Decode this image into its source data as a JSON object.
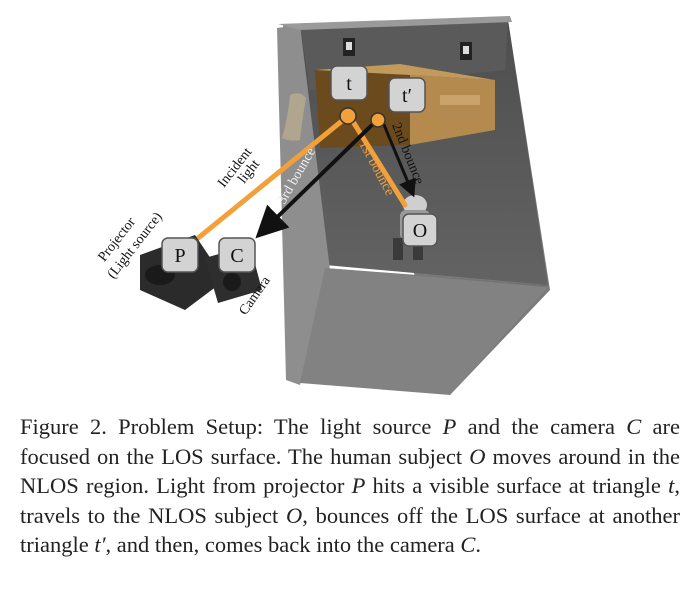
{
  "figure": {
    "labels": {
      "t": "t",
      "t_prime": "t′",
      "O": "O",
      "P": "P",
      "C": "C"
    },
    "annotations": {
      "projector_line1": "Projector",
      "projector_line2": "(Light source)",
      "incident_line1": "Incident",
      "incident_line2": "light",
      "camera": "Camera",
      "third_bounce": "3rd bounce",
      "first_bounce": "1st bounce",
      "second_bounce": "2nd bounce"
    },
    "colors": {
      "incident": "#f2a13a",
      "first_bounce": "#f2a13a",
      "third_bounce": "#111111",
      "second_bounce": "#111111",
      "wall": "#6e6e6e",
      "floor": "#5c5c5c",
      "box_fill": "#d3d3d3"
    }
  },
  "caption": {
    "prefix": "Figure 2. Problem Setup: The light source ",
    "s1": "P",
    "m1": " and the camera ",
    "s2": "C",
    "m2": " are focused on the LOS surface. The human subject ",
    "s3": "O",
    "m3": " moves around in the NLOS region. Light from projector ",
    "s4": "P",
    "m4": " hits a visible surface at triangle ",
    "s5": "t",
    "m5": ", travels to the NLOS subject ",
    "s6": "O",
    "m6": ", bounces off the LOS surface at another triangle ",
    "s7": "t′",
    "m7": ", and then, comes back into the camera ",
    "s8": "C",
    "end": "."
  }
}
